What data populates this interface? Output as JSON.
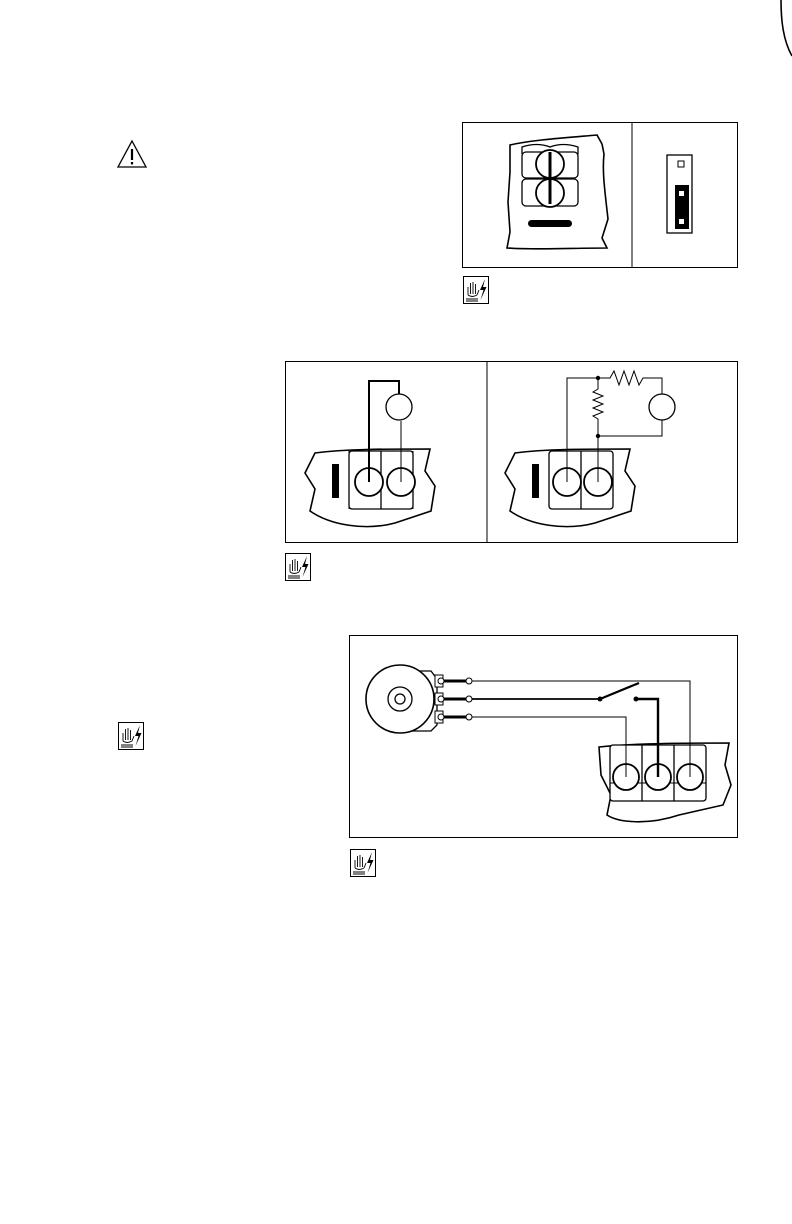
{
  "page": {
    "background": "#ffffff",
    "ink": "#000000"
  },
  "icons": {
    "caution": "warning-triangle-icon",
    "esd": "esd-hand-lightning-icon"
  },
  "figures": [
    {
      "id": "jumper-detail",
      "description_visible": ""
    },
    {
      "id": "two-wire-wiring",
      "description_visible": ""
    },
    {
      "id": "thermostat-wiring",
      "description_visible": ""
    }
  ]
}
